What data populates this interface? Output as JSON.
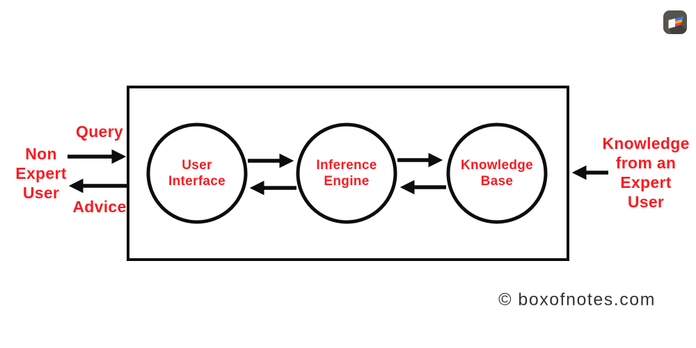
{
  "diagram": {
    "nodes": [
      {
        "id": "user-interface",
        "label": "User\nInterface"
      },
      {
        "id": "inference-engine",
        "label": "Inference\nEngine"
      },
      {
        "id": "knowledge-base",
        "label": "Knowledge\nBase"
      }
    ],
    "external": {
      "left_actor": "Non\nExpert\nUser",
      "right_source": "Knowledge\nfrom an\nExpert User"
    },
    "edge_labels": {
      "query": "Query",
      "advice": "Advice"
    },
    "edges": [
      {
        "from": "Non Expert User",
        "to": "User Interface",
        "label": "Query"
      },
      {
        "from": "User Interface",
        "to": "Non Expert User",
        "label": "Advice"
      },
      {
        "from": "User Interface",
        "to": "Inference Engine",
        "label": ""
      },
      {
        "from": "Inference Engine",
        "to": "User Interface",
        "label": ""
      },
      {
        "from": "Inference Engine",
        "to": "Knowledge Base",
        "label": ""
      },
      {
        "from": "Knowledge Base",
        "to": "Inference Engine",
        "label": ""
      },
      {
        "from": "Knowledge from an Expert User",
        "to": "Knowledge Base",
        "label": ""
      }
    ]
  },
  "watermark": "© boxofnotes.com",
  "logo": {
    "icon": "open-book-icon"
  },
  "colors": {
    "accent_red": "#FA1B22",
    "line_black": "#0D0D0D",
    "watermark_gray": "#333333",
    "logo_bg": "#57534E",
    "logo_page_white": "#FAFAFA",
    "logo_page_blue": "#3A7BDE",
    "logo_page_orange": "#FFAB2C",
    "logo_page_red": "#EF4048"
  }
}
